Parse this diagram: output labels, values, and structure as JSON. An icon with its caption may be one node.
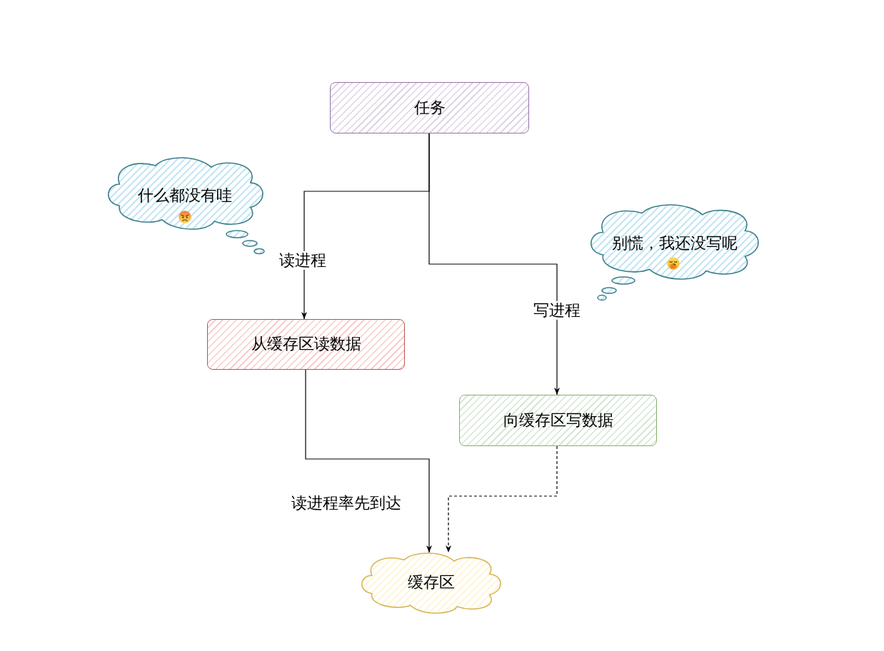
{
  "diagram": {
    "nodes": [
      {
        "text": [
          "任务"
        ]
      },
      {
        "text": [
          "什么都没有哇"
        ]
      },
      {
        "text": [
          "别慌，我还没写呢"
        ]
      },
      {
        "text": [
          "从缓存区读数据"
        ]
      },
      {
        "text": [
          "向缓存区写数据"
        ]
      },
      {
        "text": [
          "缓存区"
        ]
      }
    ],
    "edges": [
      {
        "from": 0,
        "to": 3,
        "arrow": "to",
        "label": "读进程"
      },
      {
        "from": 0,
        "to": 4,
        "arrow": "to",
        "label": "写进程"
      },
      {
        "from": 3,
        "to": 5,
        "arrow": "to",
        "label": "读进程率先到达"
      },
      {
        "from": 4,
        "to": 5,
        "arrow": "to",
        "style": "dashed"
      }
    ]
  }
}
